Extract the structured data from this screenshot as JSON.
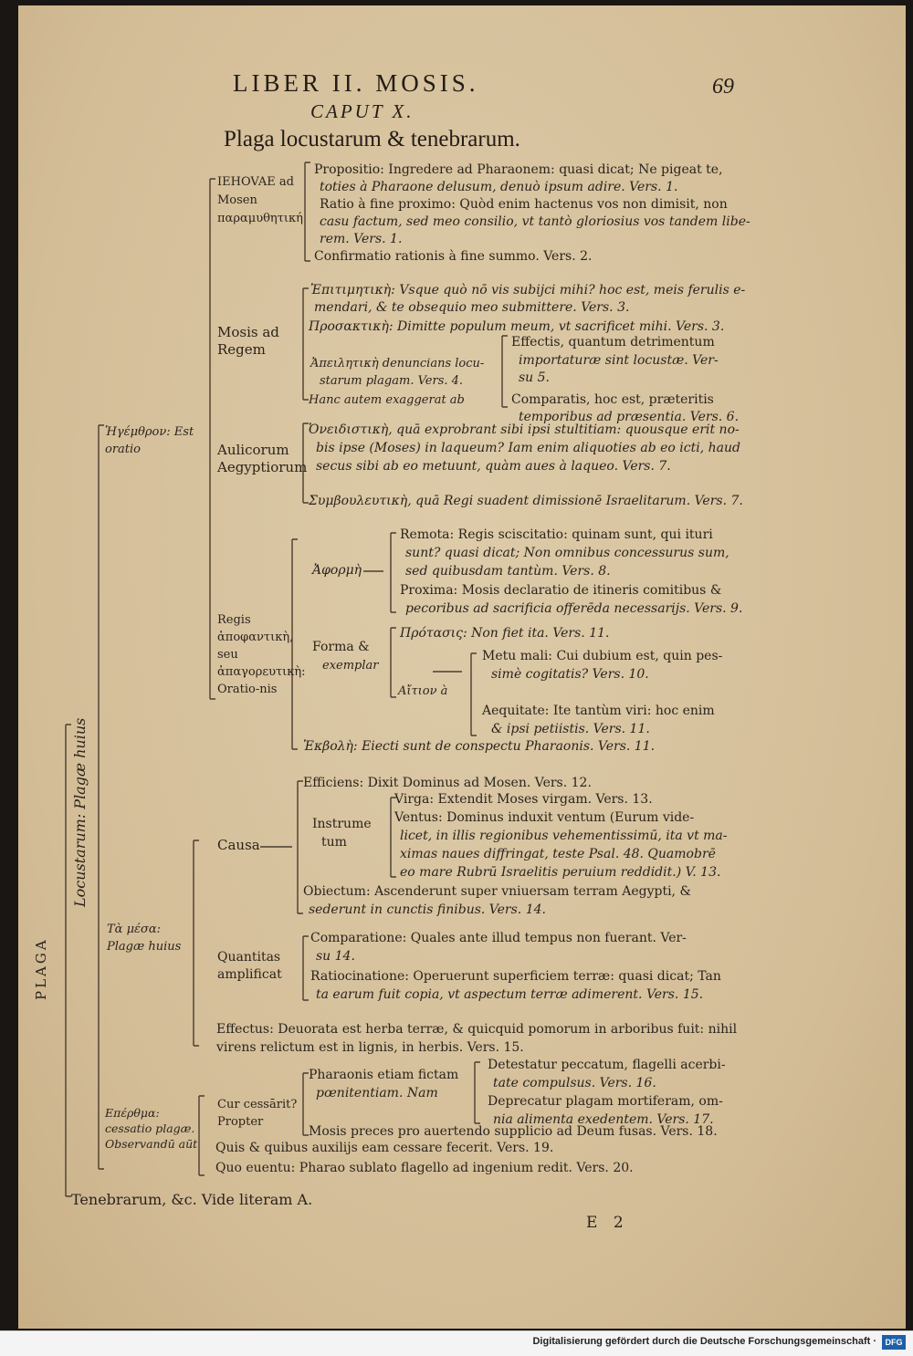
{
  "header": {
    "running_title": "LIBER II. MOSIS.",
    "page_number": "69",
    "chapter": "CAPUT X.",
    "section_title": "Plaga locustarum & tenebrarum."
  },
  "tree": {
    "root": "PLAGA",
    "locust": "Locustarum: Plagæ huius",
    "tenebrae": "Tenebrarum, &c. Vide literam A.",
    "hegemon": "Ἡγέμθρον: Est oratio",
    "tameson": "Τὰ μέσα: Plagæ huius",
    "epirema": "Επέρθμα: cessatio plagæ. Observandū aūt",
    "jehovae": "IEHOVAE ad Mosen παραμυθητική",
    "mosis_rex": "Mosis ad Regem",
    "aulicorum": "Aulicorum Aegyptiorum",
    "regis": "Regis ἀποφαντικὴ, seu ἀπαγορευτικὴ: Oratio-nis",
    "causa": "Causa",
    "quantitas": "Quantitas amplificat",
    "effectus": "Effectus: Deuorata est herba terræ, & quicquid pomorum in arboribus fuit: nihil virens relictum est in lignis, in herbis. Vers. 15.",
    "cur": "Cur cessārit? Propter",
    "quis": "Quis & quibus auxilijs eam cessare fecerit. Vers. 19.",
    "quo": "Quo euentu: Pharao sublato flagello ad ingenium redit. Vers. 20."
  },
  "lines": {
    "p1": "Propositio: Ingredere ad Pharaonem: quasi dicat; Ne pigeat te,",
    "p2": "toties à Pharaone delusum, denuò ipsum adire. Vers. 1.",
    "r1": "Ratio à fine proximo: Quòd enim hactenus vos non dimisit, non",
    "r2": "casu factum, sed meo consilio, vt tantò gloriosius vos tandem libe-",
    "r3": "rem. Vers. 1.",
    "c1": "Confirmatio rationis à fine summo. Vers. 2.",
    "e1": "Ἐπιτιμητικὴ: Vsque quò nō vis subijci mihi? hoc est, meis ferulis e-",
    "e2": "mendari, & te obsequio meo submittere. Vers. 3.",
    "pr1": "Προσακτικὴ: Dimitte populum meum, vt sacrificet mihi. Vers. 3.",
    "ap1": "Ἀπειλητικὴ denuncians locu-",
    "ap2": "starum plagam. Vers. 4.",
    "hanc": "Hanc autem exaggerat ab",
    "ef1": "Effectis, quantum detrimentum",
    "ef2": "importaturæ sint locustæ. Ver-",
    "ef3": "su 5.",
    "cp1": "Comparatis, hoc est, præteritis",
    "cp2": "temporibus ad præsentia. Vers. 6.",
    "on1": "Ὀνειδιστικὴ, quā exprobrant sibi ipsi stultitiam: quousque erit no-",
    "on2": "bis ipse (Moses) in laqueum? Iam enim aliquoties ab eo icti, haud",
    "on3": "secus sibi ab eo metuunt, quàm aues à laqueo. Vers. 7.",
    "sy1": "Συμβουλευτικὴ, quā Regi suadent dimissionē Israelitarum. Vers. 7.",
    "aphorme": "Ἀφορμὴ",
    "rm1": "Remota: Regis sciscitatio: quinam sunt, qui ituri",
    "rm2": "sunt? quasi dicat; Non omnibus concessurus sum,",
    "rm3": "sed quibusdam tantùm. Vers. 8.",
    "px1": "Proxima: Mosis declaratio de itineris comitibus &",
    "px2": "pecoribus ad sacrificia offerēda necessarijs. Vers. 9.",
    "forma1": "Forma &",
    "forma2": "exemplar",
    "protasis": "Πρότασις: Non fiet ita. Vers. 11.",
    "aition": "Αἴτιον à",
    "mt1": "Metu mali: Cui dubium est, quin pes-",
    "mt2": "simè cogitatis? Vers. 10.",
    "aq1": "Aequitate: Ite tantùm viri: hoc enim",
    "aq2": "& ipsi petiistis. Vers. 11.",
    "ek1": "Ἐκβολὴ: Eiecti sunt de conspectu Pharaonis. Vers. 11.",
    "eff1": "Efficiens: Dixit Dominus ad Mosen. Vers. 12.",
    "instr1": "Instrume",
    "instr2": "tum",
    "vg1": "Virga: Extendit Moses virgam. Vers. 13.",
    "vt1": "Ventus: Dominus induxit ventum (Eurum vide-",
    "vt2": "licet, in illis regionibus vehementissimū, ita vt ma-",
    "vt3": "ximas naues diffringat, teste Psal. 48. Quamobrē",
    "vt4": "eo mare Rubrū Israelitis peruium reddidit.) V. 13.",
    "ob1": "Obiectum: Ascenderunt super vniuersam terram Aegypti, &",
    "ob2": "sederunt in cunctis finibus. Vers. 14.",
    "cmp1": "Comparatione: Quales ante illud tempus non fuerant. Ver-",
    "cmp2": "su 14.",
    "rat1": "Ratiocinatione: Operuerunt superficiem terræ: quasi dicat; Tan",
    "rat2": "ta earum fuit copia, vt aspectum terræ adimerent. Vers. 15.",
    "ph1": "Pharaonis etiam fictam",
    "ph2": "pœnitentiam. Nam",
    "dt1": "Detestatur peccatum, flagelli acerbi-",
    "dt2": "tate compulsus. Vers. 16.",
    "dp1": "Deprecatur plagam mortiferam, om-",
    "dp2": "nia alimenta exedentem. Vers. 17.",
    "mp1": "Mosis preces pro auertendo supplicio ad Deum fusas. Vers. 18."
  },
  "signature": "E 2",
  "footer": {
    "text": "Digitalisierung gefördert durch die Deutsche Forschungsgemeinschaft ·",
    "logo": "DFG"
  }
}
